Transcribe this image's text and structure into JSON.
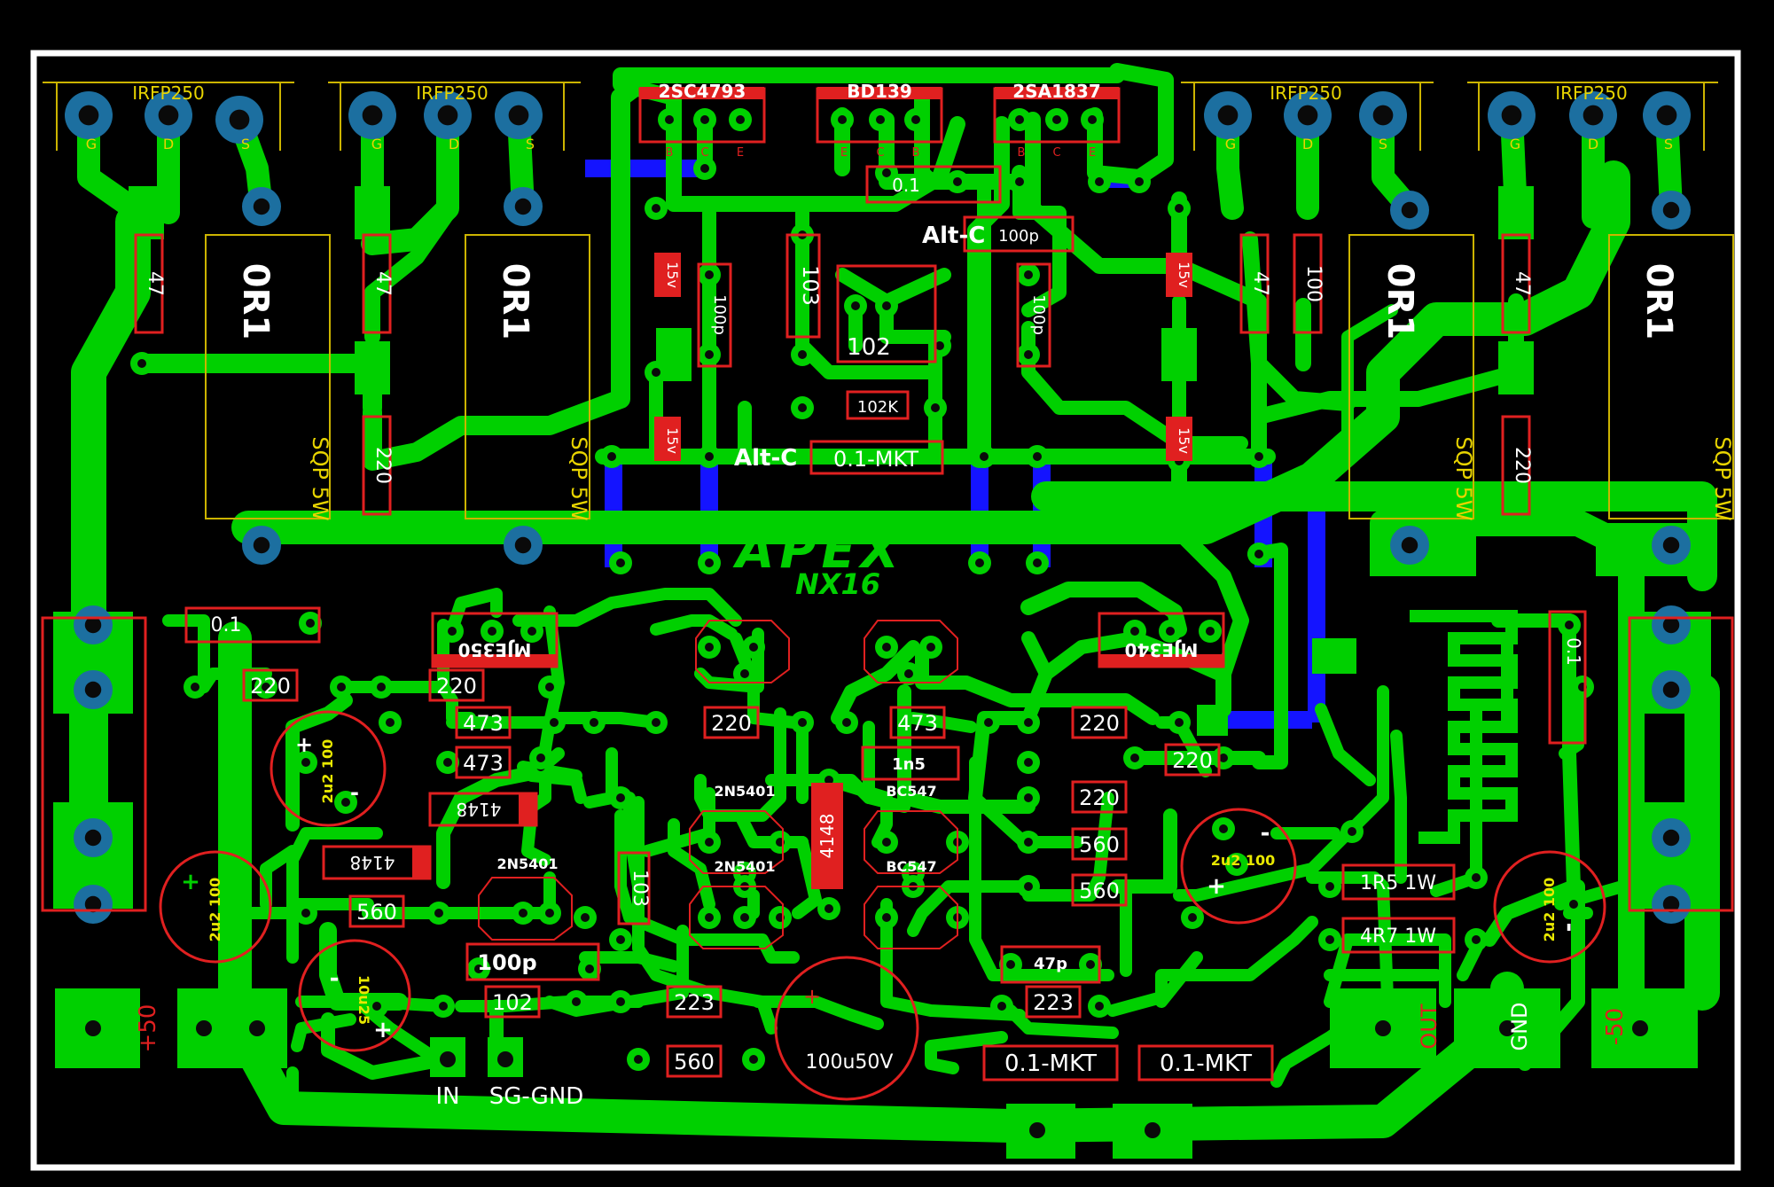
{
  "colors": {
    "background": "#000000",
    "copper": "#00d000",
    "bottom_copper": "#1010ff",
    "silk": "#ffffff",
    "outline": "#e02020",
    "pad_ring": "#1c6fa0",
    "pad_hole": "#0a0a0a",
    "fuse_label": "#e8e800"
  },
  "brand": {
    "name": "APEX",
    "model": "NX16"
  },
  "mosfets": [
    {
      "part": "IRFP250",
      "pins": [
        "G",
        "D",
        "S"
      ]
    },
    {
      "part": "IRFP250",
      "pins": [
        "G",
        "D",
        "S"
      ]
    },
    {
      "part": "IRFP250",
      "pins": [
        "G",
        "D",
        "S"
      ]
    },
    {
      "part": "IRFP250",
      "pins": [
        "G",
        "D",
        "S"
      ]
    }
  ],
  "drivers": [
    {
      "part": "2SC4793",
      "pins": [
        "B",
        "C",
        "E"
      ]
    },
    {
      "part": "BD139",
      "pins": [
        "E",
        "C",
        "B"
      ]
    },
    {
      "part": "2SA1837",
      "pins": [
        "B",
        "C",
        "E"
      ]
    }
  ],
  "emitter_resistors": [
    "0R1",
    "0R1",
    "0R1",
    "0R1"
  ],
  "emitter_resistor_rating": [
    "SQP 5W",
    "SQP 5W",
    "SQP 5W",
    "SQP 5W"
  ],
  "gate_resistors": [
    "47",
    "47",
    "47",
    "100",
    "47"
  ],
  "gate_stoppers": [
    "220",
    "220"
  ],
  "zeners": [
    "15v",
    "15v",
    "15v",
    "15v"
  ],
  "top_caps": [
    "100p",
    "100p",
    "100p"
  ],
  "bias_parts": [
    "103",
    "102",
    "102K"
  ],
  "alt_labels": [
    "Alt-C",
    "Alt-C"
  ],
  "film_caps": [
    "0.1",
    "0.1-MKT",
    "0.1-MKT",
    "0.1-MKT"
  ],
  "small_transistors": [
    "MJE350",
    "MJE340",
    "2N5401",
    "2N5401",
    "2N5401",
    "BC547",
    "BC547"
  ],
  "resistors_left": [
    "0.1",
    "220",
    "220",
    "473",
    "473",
    "560",
    "102",
    "103"
  ],
  "resistors_right": [
    "220",
    "220",
    "220",
    "220",
    "560",
    "560",
    "223",
    "223",
    "473"
  ],
  "diodes": [
    "4148",
    "4148",
    "4148"
  ],
  "electrolytics": [
    "2u2 100",
    "2u2 100",
    "10u25",
    "100u50V",
    "2u2 100",
    "2u2 100"
  ],
  "small_caps": [
    "100p",
    "1n5",
    "47p"
  ],
  "output_parts": [
    "1R5 1W",
    "4R7 1W",
    "0.1"
  ],
  "terminals": {
    "pos": "+50",
    "in": "IN",
    "sg_gnd": "SG-GND",
    "out": "OUT",
    "gnd": "GND",
    "neg": "-50"
  },
  "polarity": {
    "plus": "+",
    "minus": "-"
  }
}
